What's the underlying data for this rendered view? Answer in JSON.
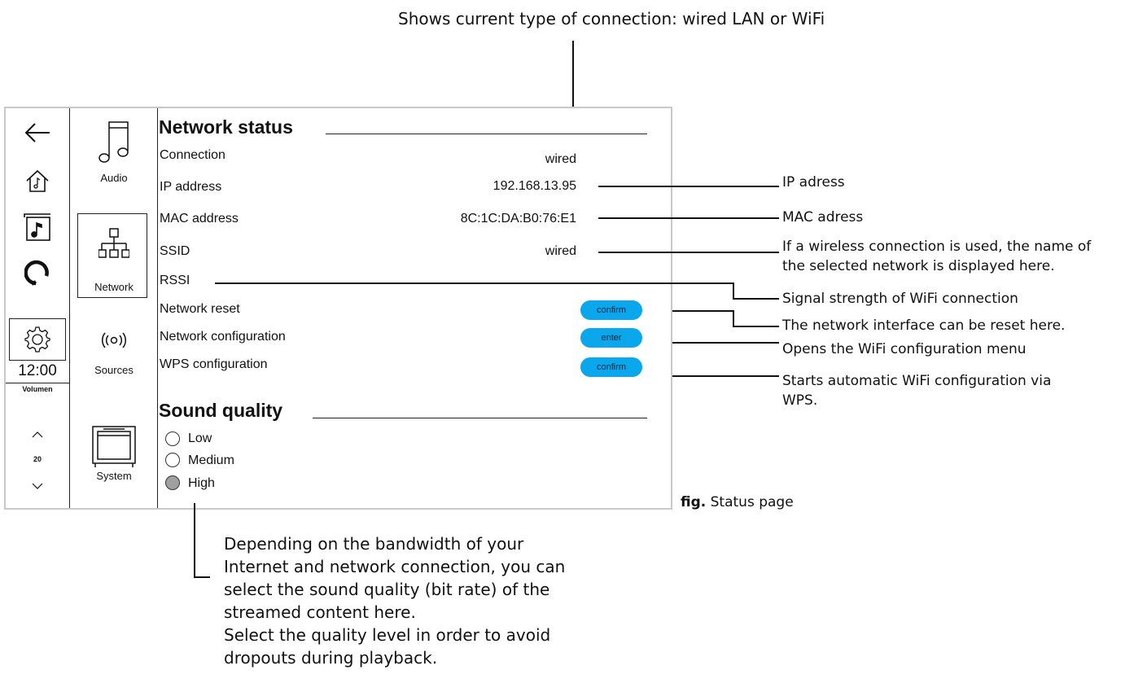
{
  "annotations": {
    "top": "Shows current type of connection: wired LAN or WiFi",
    "ip": "IP adress",
    "mac": "MAC adress",
    "ssid_line1": "If a wireless connection is used, the name of",
    "ssid_line2": "the selected network is displayed here.",
    "rssi": "Signal strength of WiFi connection",
    "reset": "The network interface can be reset here.",
    "config": "Opens the WiFi configuration menu",
    "wps_line1": "Starts automatic WiFi configuration via",
    "wps_line2": "WPS.",
    "sound_lines": [
      "Depending on the bandwidth of your",
      "Internet and network connection, you can",
      "select the sound quality (bit rate) of the",
      "streamed content here.",
      "Select the quality level in order to avoid",
      "dropouts during playback."
    ],
    "fig_prefix": "fig.",
    "fig_caption": "Status page"
  },
  "rail": {
    "icons": [
      "back-arrow-icon",
      "home-icon",
      "album-icon",
      "alexa-ring-icon",
      "settings-gear-icon"
    ],
    "clock": "12:00",
    "volume_label": "Volumen",
    "volume_value": "20"
  },
  "categories": [
    {
      "label": "Audio",
      "icon": "music-note-icon"
    },
    {
      "label": "Network",
      "icon": "network-tree-icon",
      "selected": true
    },
    {
      "label": "Sources",
      "icon": "wireless-broadcast-icon"
    },
    {
      "label": "System",
      "icon": "device-icon"
    }
  ],
  "network_status": {
    "title": "Network status",
    "rows": [
      {
        "label": "Connection",
        "value": "wired"
      },
      {
        "label": "IP address",
        "value": "192.168.13.95"
      },
      {
        "label": "MAC address",
        "value": "8C:1C:DA:B0:76:E1"
      },
      {
        "label": "SSID",
        "value": "wired"
      },
      {
        "label": "RSSI",
        "value": ""
      }
    ],
    "actions": [
      {
        "label": "Network reset",
        "button": "confirm"
      },
      {
        "label": "Network configuration",
        "button": "enter"
      },
      {
        "label": "WPS configuration",
        "button": "confirm"
      }
    ]
  },
  "sound_quality": {
    "title": "Sound quality",
    "options": [
      {
        "label": "Low",
        "selected": false
      },
      {
        "label": "Medium",
        "selected": false
      },
      {
        "label": "High",
        "selected": true
      }
    ]
  },
  "colors": {
    "button": "#0aa7ec",
    "frame": "#c8c8c8",
    "selected_radio": "#a0a0a0"
  }
}
